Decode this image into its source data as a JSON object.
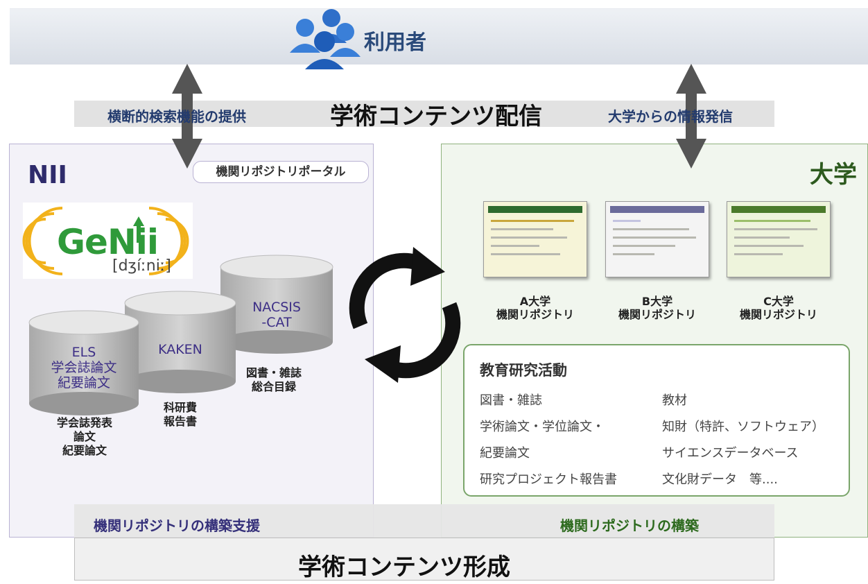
{
  "header": {
    "user_label": "利用者"
  },
  "delivery": {
    "title": "学術コンテンツ配信",
    "left_label": "横断的検索機能の提供",
    "right_label": "大学からの情報発信"
  },
  "nii": {
    "title": "NII",
    "portal_label": "機関リポジトリポータル",
    "logo_text": "GeNii",
    "logo_pronunciation": "[dʒíːniː]",
    "databases": [
      {
        "name_lines": [
          "ELS",
          "学会誌論文",
          "紀要論文"
        ],
        "caption_lines": [
          "学会誌発表",
          "論文",
          "紀要論文"
        ]
      },
      {
        "name_lines": [
          "KAKEN"
        ],
        "caption_lines": [
          "科研費",
          "報告書"
        ]
      },
      {
        "name_lines": [
          "NACSIS",
          "-CAT"
        ],
        "caption_lines": [
          "図書・雑誌",
          "総合目録"
        ]
      }
    ]
  },
  "university": {
    "title": "大学",
    "repositories": [
      {
        "name": "A大学",
        "label": "機関リポジトリ"
      },
      {
        "name": "B大学",
        "label": "機関リポジトリ"
      },
      {
        "name": "C大学",
        "label": "機関リポジトリ"
      }
    ],
    "activities": {
      "title": "教育研究活動",
      "left_items": [
        "図書・雑誌",
        "学術論文・学位論文・",
        "紀要論文",
        "研究プロジェクト報告書"
      ],
      "right_items": [
        "教材",
        "知財（特許、ソフトウェア）",
        "サイエンスデータベース",
        "文化財データ　等...."
      ]
    }
  },
  "bottom": {
    "support_left": "機関リポジトリの構築支援",
    "support_right": "機関リポジトリの構築",
    "formation_title": "学術コンテンツ形成"
  },
  "colors": {
    "nii_accent": "#2e2b6b",
    "university_accent": "#2d5a1e",
    "logo_green": "#2f9a3a",
    "logo_rings": "#f2b21b"
  }
}
